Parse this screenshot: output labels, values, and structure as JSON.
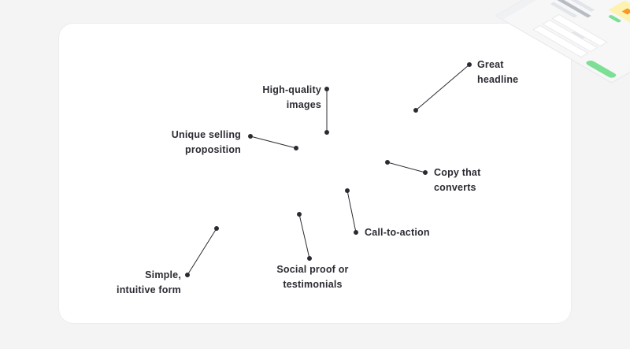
{
  "labels": {
    "headline": [
      "Great",
      "headline"
    ],
    "images": [
      "High-quality",
      "images"
    ],
    "usp": [
      "Unique selling",
      "proposition"
    ],
    "copy": [
      "Copy that",
      "converts"
    ],
    "cta": [
      "Call-to-action"
    ],
    "social": [
      "Social proof or",
      "testimonials"
    ],
    "form": [
      "Simple,",
      "intuitive form"
    ]
  },
  "colors": {
    "accent_green": "#7ddf96",
    "highlight_yellow": "#fdf2b0",
    "icon_orange": "#f59a23",
    "placeholder_gray": "#d8dce3",
    "line_gray": "#e2e5ea",
    "dark_bar": "#9aa1ab",
    "text": "#2b2b33"
  }
}
